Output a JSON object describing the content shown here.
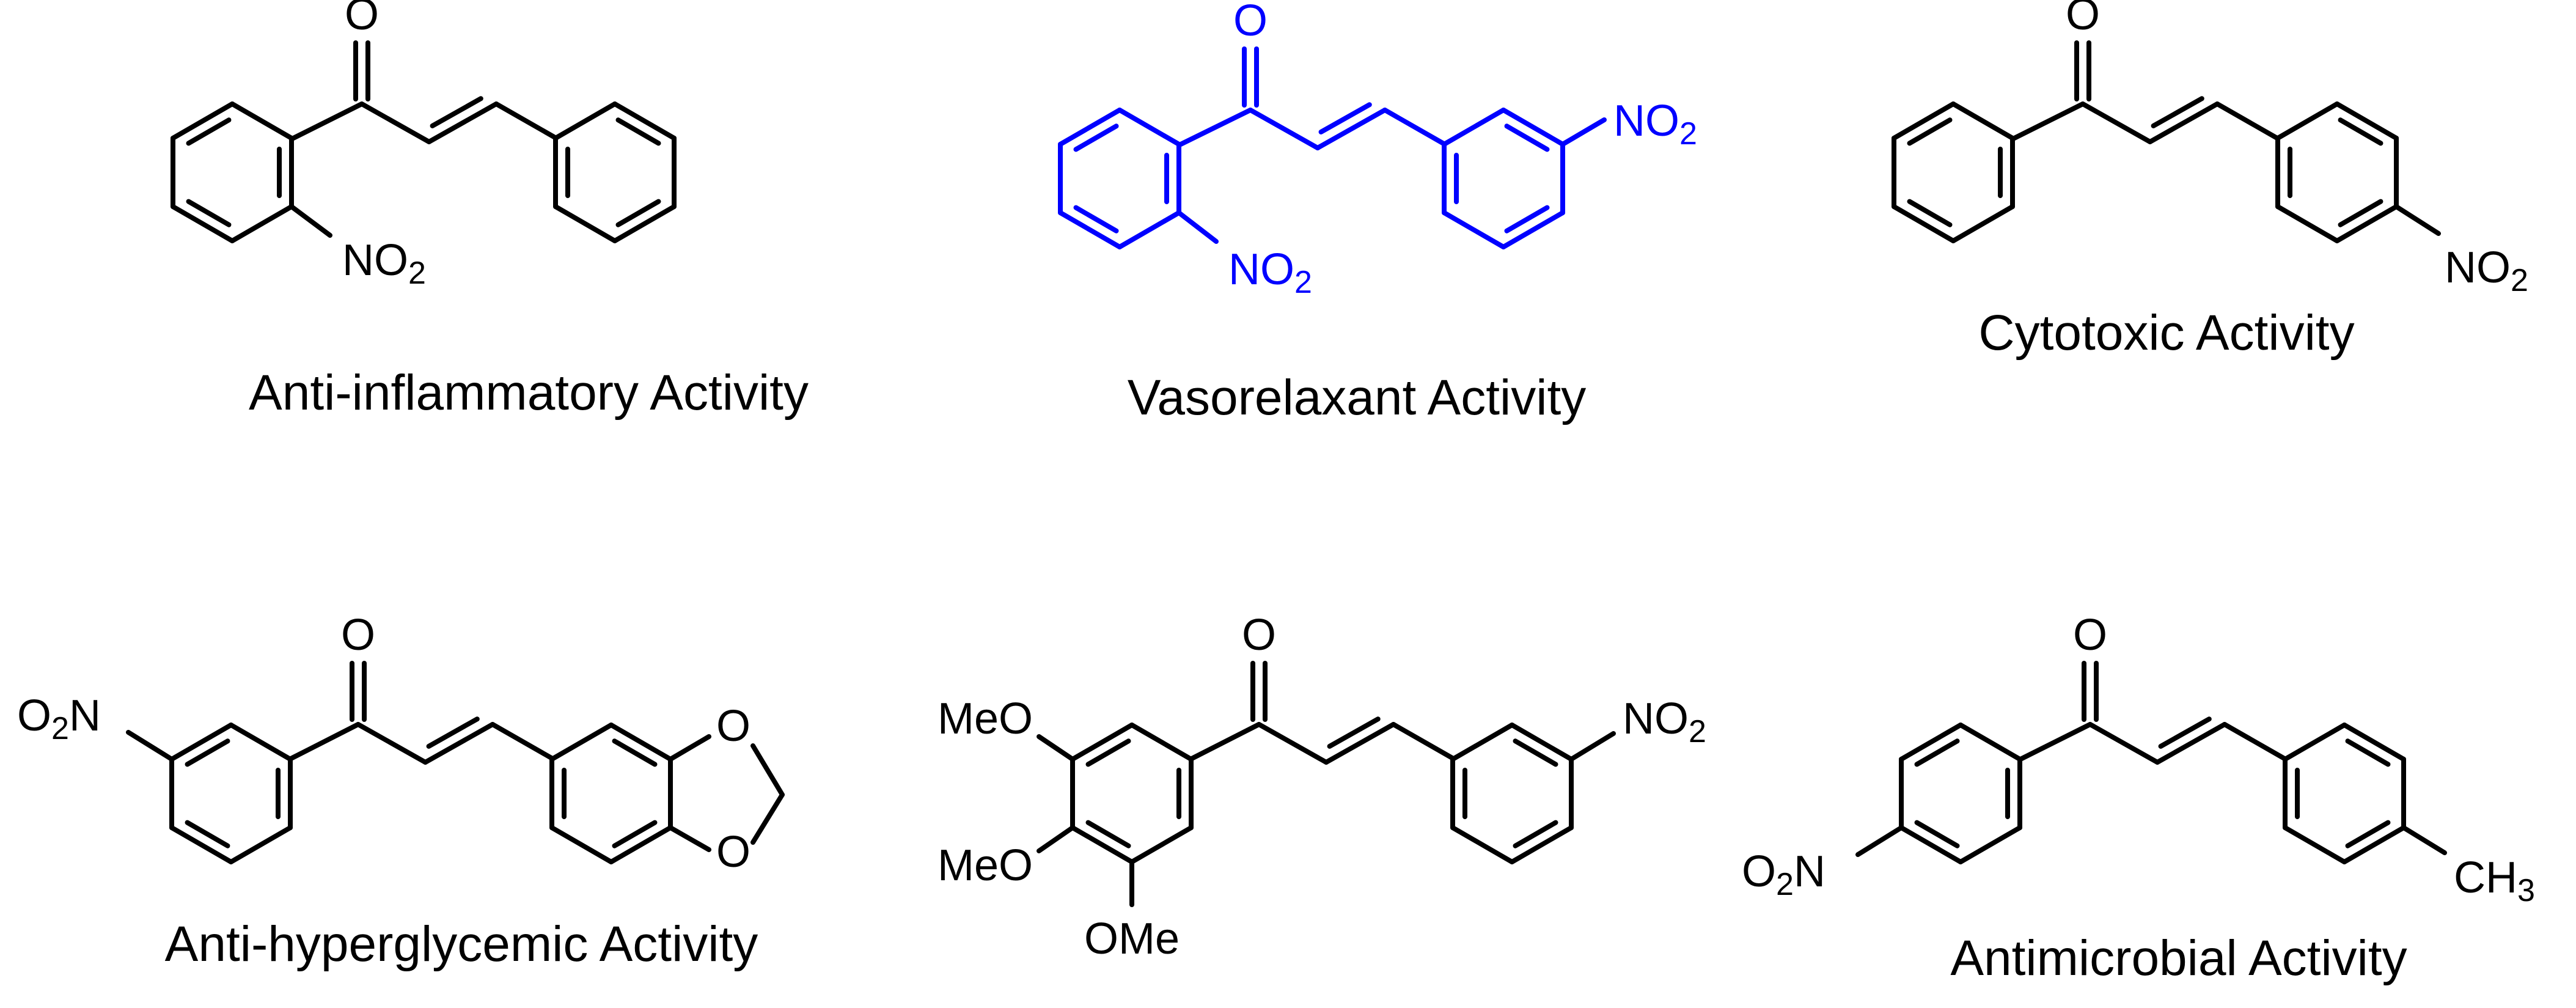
{
  "atoms": {
    "oxygen": "O",
    "nitro": "NO",
    "nitro_sub": "2",
    "methoxy": "MeO",
    "methoxy_right": "OMe",
    "methyl": "CH",
    "methyl_sub": "3",
    "o2n_o": "O",
    "o2n_sub": "2",
    "o2n_n": "N"
  },
  "compounds": [
    {
      "caption": "Anti-inflammatory Activity",
      "color": "#000000"
    },
    {
      "caption": "Vasorelaxant Activity",
      "color": "#0000ff"
    },
    {
      "caption": "Cytotoxic Activity",
      "color": "#000000"
    },
    {
      "caption": "Anti-hyperglycemic Activity",
      "color": "#000000"
    },
    {
      "caption": "",
      "color": "#000000"
    },
    {
      "caption": "Antimicrobial Activity",
      "color": "#000000"
    }
  ]
}
